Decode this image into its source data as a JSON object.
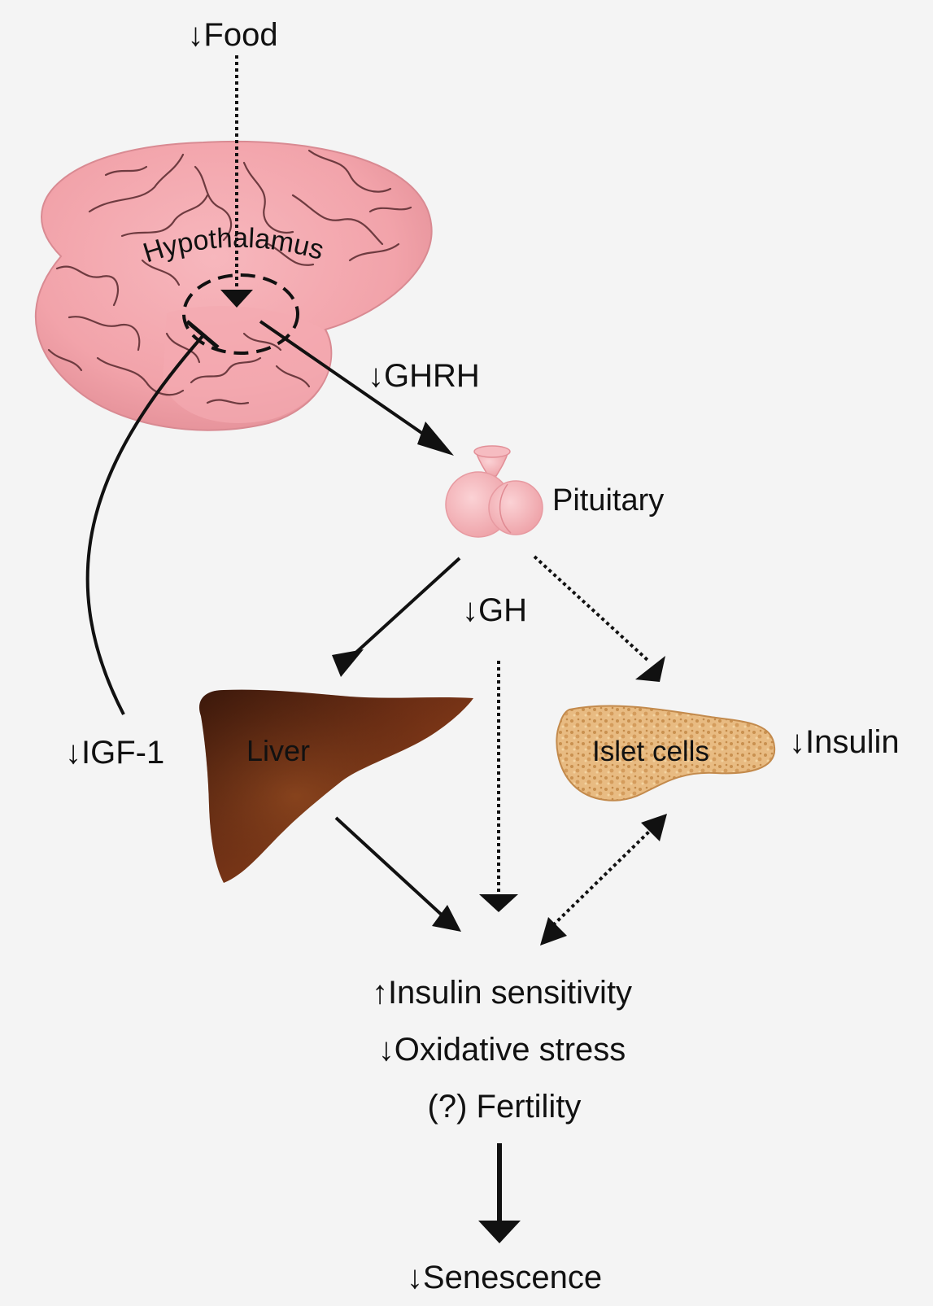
{
  "labels": {
    "food": "↓Food",
    "hypothalamus": "Hypothalamus",
    "ghrh": "↓GHRH",
    "pituitary": "Pituitary",
    "gh": "↓GH",
    "liver": "Liver",
    "islet_cells": "Islet cells",
    "insulin": "↓Insulin",
    "igf1": "↓IGF-1",
    "insulin_sensitivity": "↑Insulin sensitivity",
    "oxidative_stress": "↓Oxidative stress",
    "fertility": "(?) Fertility",
    "senescence": "↓Senescence"
  },
  "colors": {
    "background": "#f4f4f4",
    "brain": "#f2a3aa",
    "brain_folds": "#6e3b40",
    "pituitary": "#f5b3b8",
    "liver": "#6a2f14",
    "islet": "#e6b57a",
    "arrow": "#111111"
  },
  "icons": {
    "brain": "brain-illustration",
    "pituitary": "pituitary-gland-illustration",
    "liver": "liver-illustration",
    "islet": "pancreas-islet-illustration"
  }
}
